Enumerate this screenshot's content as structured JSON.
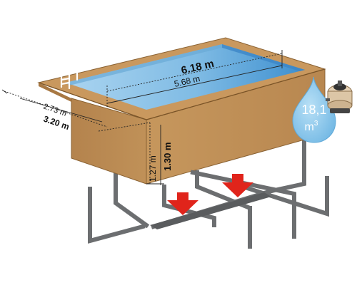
{
  "dimensions": {
    "outer_length": "6.18 m",
    "inner_length": "5.68 m",
    "inner_width": "2.73 m",
    "outer_width": "3.20 m",
    "inner_height": "1.27 m",
    "outer_height": "1.30 m"
  },
  "volume": {
    "value": "18,1",
    "unit": "m",
    "unit_exponent": "3"
  },
  "colors": {
    "wood": "#b98a52",
    "wood_dark": "#8a6233",
    "water": "#8fc6e8",
    "frame": "#6c6e70",
    "arrow": "#e0241b",
    "drop": "#8cc8ec"
  }
}
